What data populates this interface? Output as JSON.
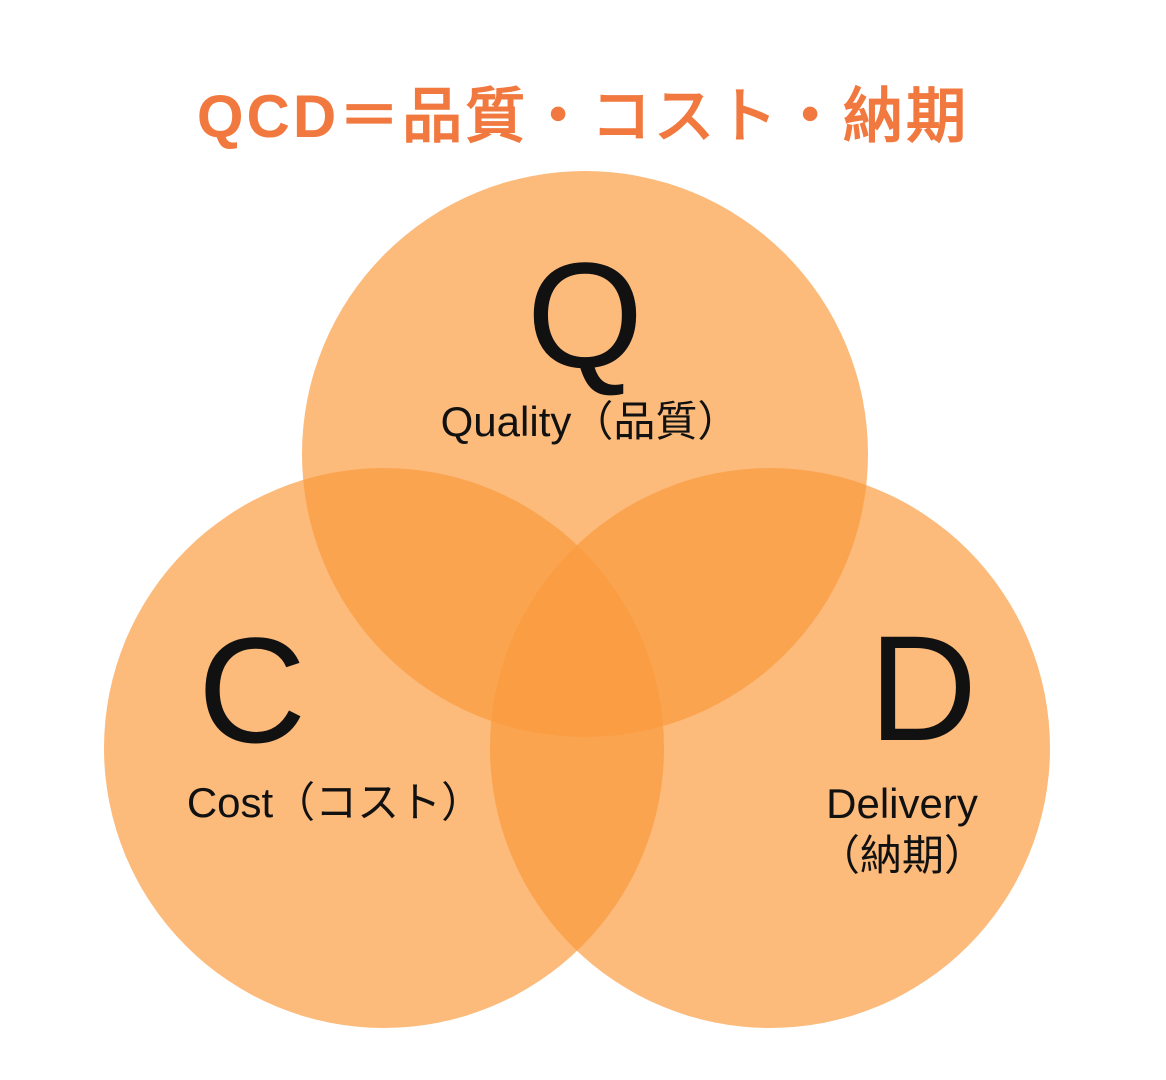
{
  "page": {
    "background_color": "#ffffff"
  },
  "title": {
    "text": "QCD＝品質・コスト・納期",
    "color": "#F1793F"
  },
  "diagram": {
    "type": "venn",
    "circle_fill": "rgba(250, 154, 61, 0.68)",
    "region_colors": {
      "single_circle": "#FCBA7F",
      "two_circle_overlap": "#FBA551",
      "three_circle_overlap": "#FA9D43"
    },
    "text_color": "#111111",
    "circles": [
      {
        "id": "quality",
        "letter": "Q",
        "label": "Quality（品質）"
      },
      {
        "id": "cost",
        "letter": "C",
        "label": "Cost（コスト）"
      },
      {
        "id": "delivery",
        "letter": "D",
        "label_line1": "Delivery",
        "label_line2": "（納期）"
      }
    ]
  }
}
